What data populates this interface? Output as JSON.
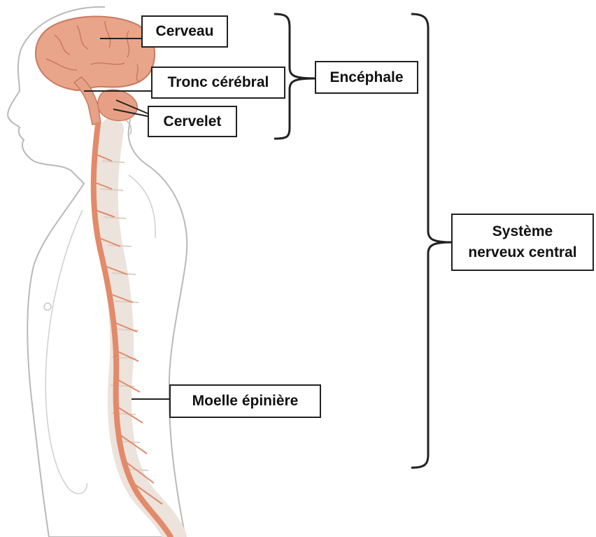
{
  "labels": {
    "cerveau": "Cerveau",
    "tronc": "Tronc cérébral",
    "cervelet": "Cervelet",
    "encephale": "Encéphale",
    "moelle": "Moelle épinière",
    "snc_line1": "Système",
    "snc_line2": "nerveux central"
  },
  "colors": {
    "brain": "#e9a58a",
    "nerve": "#e38a6a",
    "skin_outline": "#b9b9b9",
    "bone": "#ece3dc",
    "line": "#222222"
  },
  "icons": {
    "body": "human-body-profile",
    "brain": "brain",
    "spine": "spinal-cord"
  }
}
